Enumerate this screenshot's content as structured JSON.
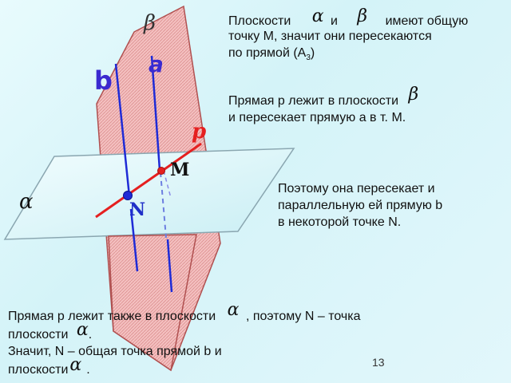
{
  "symbols": {
    "alpha": "α",
    "beta": "β"
  },
  "labels": {
    "a": "a",
    "b": "b",
    "p": "p",
    "M": "M",
    "N": "N"
  },
  "text": {
    "t1_pre": "Плоскости",
    "t1_and": "и",
    "t1_post": "имеют общую",
    "t1_line2": "точку M, значит они пересекаются",
    "t1_line3_pre": "по прямой (А",
    "t1_sub": "3",
    "t1_line3_post": ")",
    "t2_line1": "Прямая p лежит в плоскости",
    "t2_line2": "и пересекает прямую a в т. M.",
    "t3_line1": "Поэтому она пересекает и",
    "t3_line2": "параллельную ей прямую b",
    "t3_line3": "в некоторой точке N.",
    "t4_pre": "Прямая p лежит также в плоскости",
    "t4_post": ", поэтому N – точка",
    "t4_line2": "плоскости",
    "t4_dot": ".",
    "t5_line1": "Значит, N – общая точка прямой b и",
    "t5_line2": "плоскости",
    "t5_dot": "."
  },
  "page_number": "13",
  "colors": {
    "plane_beta_fill": "#f2b4b4",
    "plane_beta_stroke": "#b05050",
    "plane_alpha_fill": "#dff6fa",
    "line_ab": "#1f2bd6",
    "line_p": "#e52020",
    "point_M": "#e52020",
    "point_N": "#1f2bd6"
  }
}
